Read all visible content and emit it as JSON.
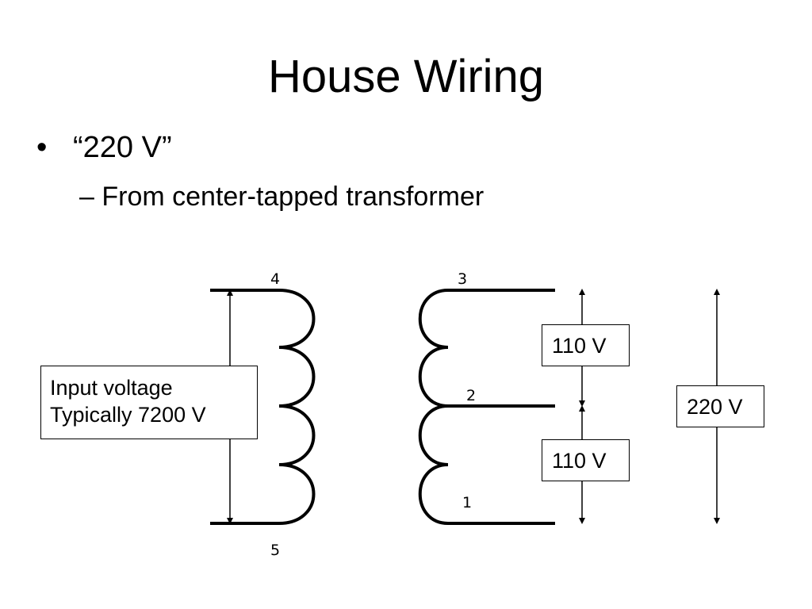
{
  "slide": {
    "title": "House Wiring",
    "bullet": "“220 V”",
    "sub_bullet": "– From center-tapped transformer"
  },
  "diagram": {
    "terminals": {
      "t4": "4",
      "t5": "5",
      "t3": "3",
      "t2": "2",
      "t1": "1"
    },
    "input_box": {
      "line1": "Input voltage",
      "line2": "Typically 7200 V"
    },
    "upper_secondary_voltage": "110 V",
    "lower_secondary_voltage": "110 V",
    "total_secondary_voltage": "220 V"
  }
}
